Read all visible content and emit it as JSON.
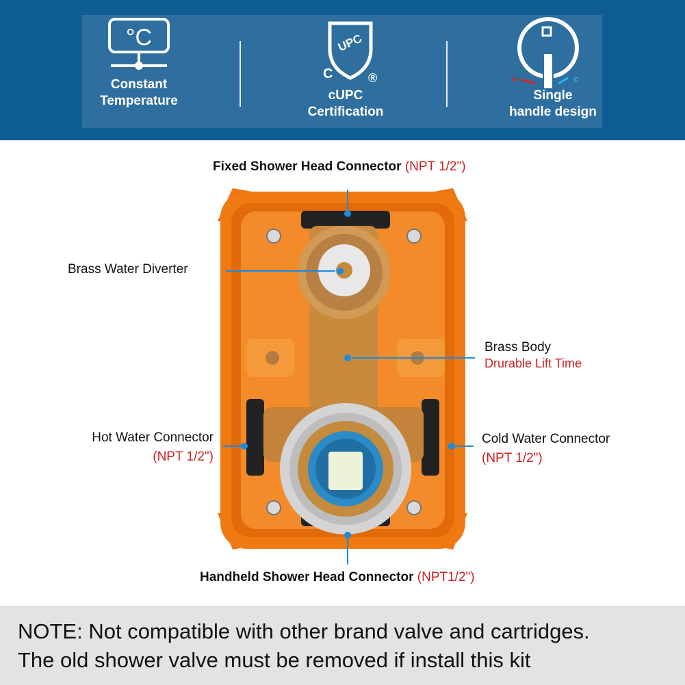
{
  "banner": {
    "features": [
      {
        "icon": "thermostat-celsius-icon",
        "symbol": "°C",
        "label": "Constant\nTemperature"
      },
      {
        "icon": "cupc-shield-icon",
        "shield_text": "UPC",
        "mark_c": "C",
        "mark_r": "®",
        "label": "cUPC\nCertification"
      },
      {
        "icon": "single-handle-icon",
        "hot": "H",
        "cold": "C",
        "label": "Single\nhandle design"
      }
    ]
  },
  "callouts": {
    "fixed_shower": {
      "text": "Fixed Shower Head Connector ",
      "spec": "(NPT 1/2\")"
    },
    "diverter": {
      "text": "Brass Water Diverter"
    },
    "brass_body": {
      "text": "Brass Body",
      "spec": "Drurable Lift Time"
    },
    "hot_water": {
      "text": "Hot Water Connector",
      "spec": "(NPT 1/2\")"
    },
    "cold_water": {
      "text": "Cold Water  Connector",
      "spec": "(NPT 1/2\")"
    },
    "handheld_shower": {
      "text": "Handheld Shower Head Connector ",
      "spec": "(NPT1/2\")"
    }
  },
  "note": {
    "line1": "NOTE: Not compatible with other brand valve and cartridges.",
    "line2": "The old shower valve must be removed if install this kit"
  },
  "colors": {
    "banner": "#0e5c94",
    "accent": "#1a8ce0",
    "spec_red": "#cc1f1f",
    "housing_orange": "#f07a12",
    "brass": "#c98a3c"
  }
}
